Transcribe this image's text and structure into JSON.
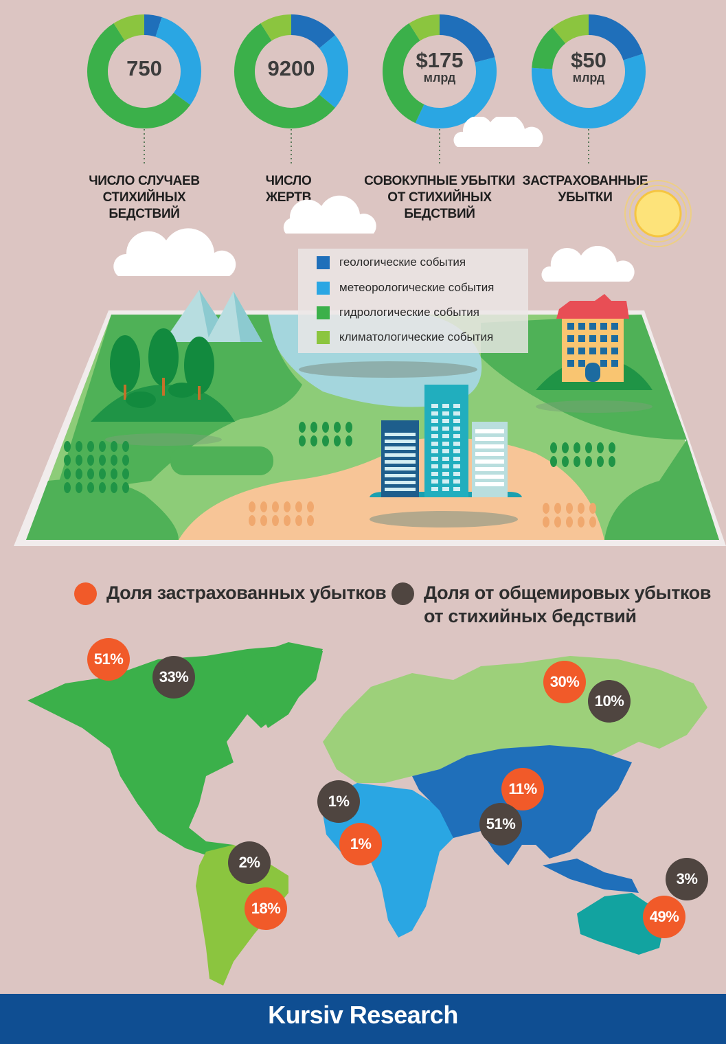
{
  "colors": {
    "background": "#dcc5c2",
    "geological": "#1f6fba",
    "meteorological": "#2aa6e3",
    "hydrological": "#3bb04a",
    "climatological": "#8bc53f",
    "insured_share": "#f15a29",
    "global_share": "#4f4540",
    "footer": "#0f4e92"
  },
  "chart_data": [
    {
      "type": "pie",
      "variant": "donut",
      "center": {
        "value": "750",
        "unit": ""
      },
      "label_lines": [
        "ЧИСЛО СЛУЧАЕВ",
        "СТИХИЙНЫХ БЕДСТВИЙ"
      ],
      "slices": [
        {
          "category": "геологические события",
          "value": 5
        },
        {
          "category": "метеорологические события",
          "value": 30
        },
        {
          "category": "гидрологические события",
          "value": 56
        },
        {
          "category": "климатологические события",
          "value": 9
        }
      ]
    },
    {
      "type": "pie",
      "variant": "donut",
      "center": {
        "value": "9200",
        "unit": ""
      },
      "label_lines": [
        "ЧИСЛО",
        "ЖЕРТВ"
      ],
      "slices": [
        {
          "category": "геологические события",
          "value": 14
        },
        {
          "category": "метеорологические события",
          "value": 22
        },
        {
          "category": "гидрологические события",
          "value": 55
        },
        {
          "category": "климатологические события",
          "value": 9
        }
      ]
    },
    {
      "type": "pie",
      "variant": "donut",
      "center": {
        "value": "$175",
        "unit": "млрд"
      },
      "label_lines": [
        "СОВОКУПНЫЕ УБЫТКИ",
        "ОТ СТИХИЙНЫХ",
        "БЕДСТВИЙ"
      ],
      "slices": [
        {
          "category": "геологические события",
          "value": 21
        },
        {
          "category": "метеорологические события",
          "value": 36
        },
        {
          "category": "гидрологические события",
          "value": 34
        },
        {
          "category": "климатологические события",
          "value": 9
        }
      ]
    },
    {
      "type": "pie",
      "variant": "donut",
      "center": {
        "value": "$50",
        "unit": "млрд"
      },
      "label_lines": [
        "ЗАСТРАХОВАННЫЕ",
        "УБЫТКИ"
      ],
      "slices": [
        {
          "category": "геологические события",
          "value": 20
        },
        {
          "category": "метеорологические события",
          "value": 56
        },
        {
          "category": "гидрологические события",
          "value": 13
        },
        {
          "category": "климатологические события",
          "value": 11
        }
      ]
    }
  ],
  "legend": [
    {
      "label": "геологические события",
      "color": "#1f6fba"
    },
    {
      "label": "метеорологические события",
      "color": "#2aa6e3"
    },
    {
      "label": "гидрологические события",
      "color": "#3bb04a"
    },
    {
      "label": "климатологические события",
      "color": "#8bc53f"
    }
  ],
  "map_legend": {
    "insured": "Доля застрахованных убытков",
    "global_lines": [
      "Доля от общемировых убытков",
      "от стихийных бедствий"
    ]
  },
  "regions": [
    {
      "name": "North America",
      "insured": "51%",
      "global": "33%",
      "color": "#3bb04a"
    },
    {
      "name": "Latin America",
      "insured": "18%",
      "global": "2%",
      "color": "#8bc53f"
    },
    {
      "name": "Europe",
      "insured": "30%",
      "global": "10%",
      "color": "#9dd07a"
    },
    {
      "name": "Africa",
      "insured": "1%",
      "global": "1%",
      "color": "#2aa6e3"
    },
    {
      "name": "Asia",
      "insured": "11%",
      "global": "51%",
      "color": "#1f6fba"
    },
    {
      "name": "Oceania",
      "insured": "49%",
      "global": "3%",
      "color": "#12a3a0"
    }
  ],
  "footer": {
    "brand": "Kursiv Research"
  }
}
